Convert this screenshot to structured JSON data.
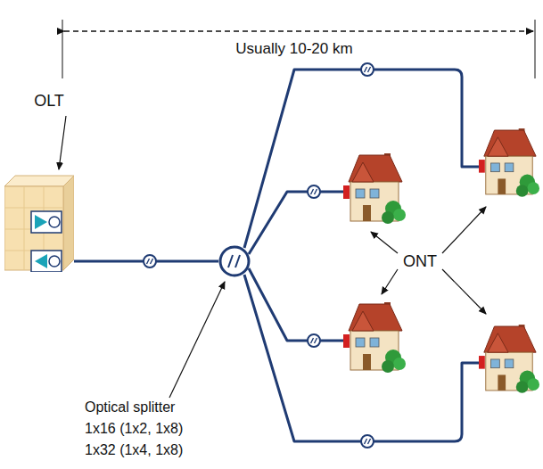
{
  "diagram": {
    "nodes": [
      {
        "text": [
          "OLT"
        ]
      },
      {
        "text": [
          "Optical splitter",
          "1x16 (1x2, 1x8)",
          "1x32 (1x4, 1x8)"
        ]
      }
    ],
    "edges": [
      {
        "from": 0,
        "to": 1,
        "arrow": "none"
      }
    ],
    "labels": [
      "Usually 10-20 km",
      "ONT"
    ]
  }
}
